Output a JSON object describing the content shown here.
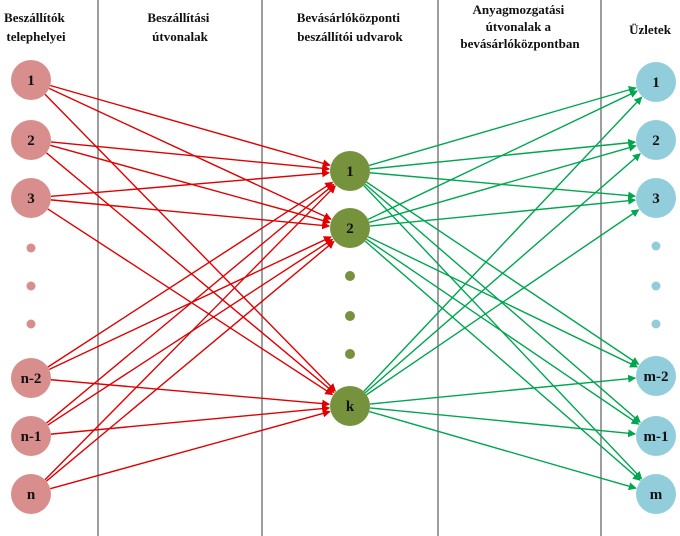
{
  "columns": [
    {
      "key": "suppliers",
      "header": [
        "Beszállítók",
        "telephelyei"
      ]
    },
    {
      "key": "routes_in",
      "header": [
        "Beszállítási",
        "útvonalak"
      ]
    },
    {
      "key": "hubs",
      "header": [
        "Bevásárlóközponti",
        "beszállítói udvarok"
      ]
    },
    {
      "key": "routes_out",
      "header": [
        "Anyagmozgatási",
        "útvonalak a",
        "bevásárlóközpontban"
      ]
    },
    {
      "key": "stores",
      "header": [
        "Üzletek"
      ]
    }
  ],
  "nodes": {
    "suppliers": [
      "1",
      "2",
      "3",
      "n-2",
      "n-1",
      "n"
    ],
    "hubs": [
      "1",
      "2",
      "k"
    ],
    "stores": [
      "1",
      "2",
      "3",
      "m-2",
      "m-1",
      "m"
    ]
  },
  "colors": {
    "supplier_fill": "#d98e8e",
    "hub_fill": "#76923c",
    "store_fill": "#92cddc",
    "inbound_edge": "#e00000",
    "outbound_edge": "#00a650",
    "divider": "#7f7f7f"
  },
  "icons": {
    "supplier": "circle",
    "hub": "circle",
    "store": "circle",
    "ellipsis": "vertical-dots"
  }
}
